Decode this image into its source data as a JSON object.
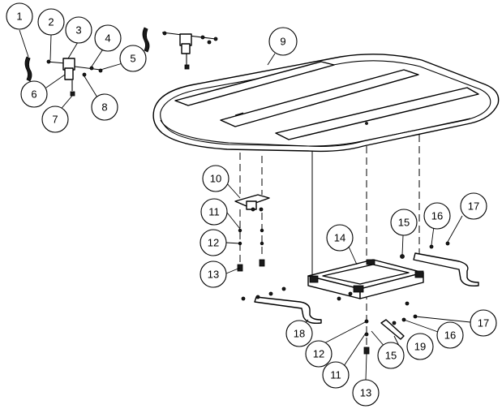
{
  "callouts": [
    {
      "id": "c1",
      "label": "1"
    },
    {
      "id": "c2",
      "label": "2"
    },
    {
      "id": "c3",
      "label": "3"
    },
    {
      "id": "c4",
      "label": "4"
    },
    {
      "id": "c5",
      "label": "5"
    },
    {
      "id": "c6",
      "label": "6"
    },
    {
      "id": "c7",
      "label": "7"
    },
    {
      "id": "c8",
      "label": "8"
    },
    {
      "id": "c9",
      "label": "9"
    },
    {
      "id": "c10",
      "label": "10"
    },
    {
      "id": "c11a",
      "label": "11"
    },
    {
      "id": "c12a",
      "label": "12"
    },
    {
      "id": "c13a",
      "label": "13"
    },
    {
      "id": "c14",
      "label": "14"
    },
    {
      "id": "c15a",
      "label": "15"
    },
    {
      "id": "c16a",
      "label": "16"
    },
    {
      "id": "c17a",
      "label": "17"
    },
    {
      "id": "c17b",
      "label": "17"
    },
    {
      "id": "c16b",
      "label": "16"
    },
    {
      "id": "c18",
      "label": "18"
    },
    {
      "id": "c19",
      "label": "19"
    },
    {
      "id": "c15b",
      "label": "15"
    },
    {
      "id": "c12b",
      "label": "12"
    },
    {
      "id": "c11b",
      "label": "11"
    },
    {
      "id": "c13b",
      "label": "13"
    }
  ]
}
